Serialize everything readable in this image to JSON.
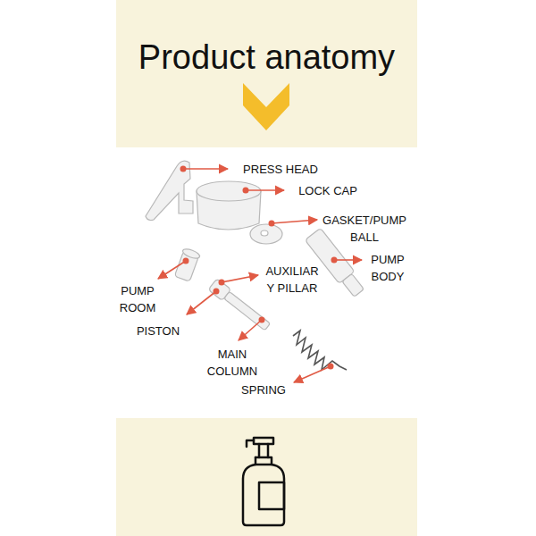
{
  "diagram": {
    "title": "Product anatomy",
    "labels": [
      "PRESS HEAD",
      "LOCK CAP",
      "GASKET/PUMP BALL",
      "PUMP BODY",
      "AUXILIAR Y PILLAR",
      "PUMP ROOM",
      "PISTON",
      "MAIN COLUMN",
      "SPRING"
    ]
  }
}
